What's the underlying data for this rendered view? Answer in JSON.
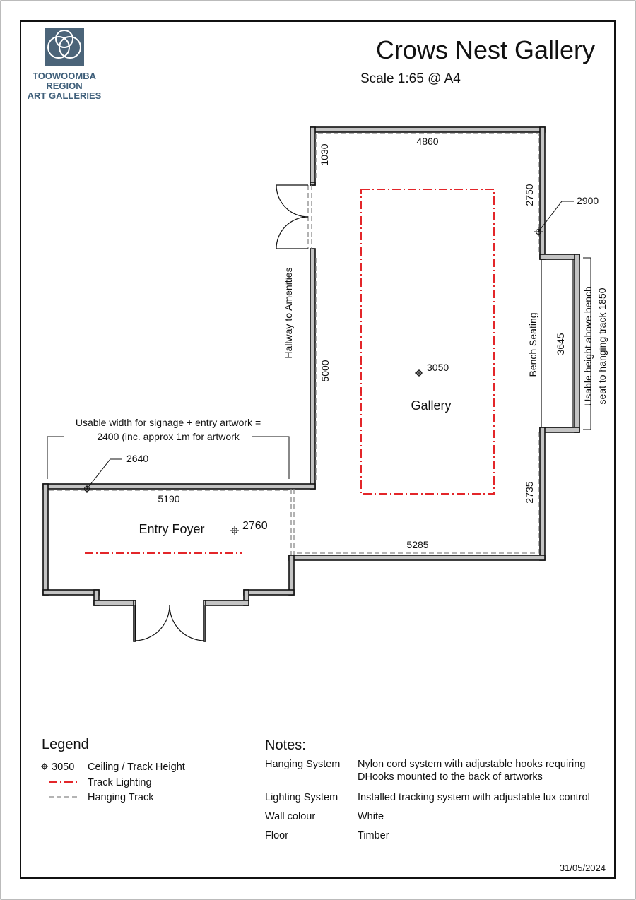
{
  "logo": {
    "line1": "TOOWOOMBA",
    "line2": "REGION",
    "line3": "ART GALLERIES",
    "colors": {
      "mark": "#4b6479",
      "text": "#3f5f7a"
    },
    "icon": "interlocking-rings-logo"
  },
  "header": {
    "title": "Crows Nest Gallery",
    "scale": "Scale 1:65 @ A4"
  },
  "plan": {
    "rooms": {
      "gallery": "Gallery",
      "entry_foyer": "Entry Foyer"
    },
    "labels": {
      "hallway": "Hallway to Amenities",
      "bench": "Bench Seating",
      "usable_height_line1": "Usable height above bench",
      "usable_height_line2": "seat to hanging track 1850",
      "usable_width_line1": "Usable width for signage + entry artwork =",
      "usable_width_line2": "2400 (inc. approx 1m for artwork"
    },
    "dimensions": {
      "gallery_top": "4860",
      "gallery_left_upper": "1030",
      "gallery_right_upper": "2750",
      "gallery_left": "5000",
      "bench_width": "3645",
      "gallery_right_lower": "2735",
      "gallery_bottom": "5285",
      "foyer_top": "5190"
    },
    "heights": {
      "gallery_center": "3050",
      "right_wall": "2900",
      "foyer_wall": "2640",
      "foyer_center": "2760"
    },
    "colors": {
      "wall_fill": "#c4c4c4",
      "track_lighting": "#e3262a",
      "hanging_track": "#888888"
    }
  },
  "legend": {
    "title": "Legend",
    "items": [
      {
        "symbol_text": "3050",
        "label": "Ceiling / Track Height"
      },
      {
        "label": "Track Lighting"
      },
      {
        "label": "Hanging Track"
      }
    ]
  },
  "notes": {
    "title": "Notes:",
    "rows": [
      {
        "key": "Hanging System",
        "value_line1": "Nylon cord system with adjustable hooks requiring",
        "value_line2": "DHooks mounted to the back of artworks"
      },
      {
        "key": "Lighting System",
        "value_line1": "Installed tracking system with adjustable lux control"
      },
      {
        "key": "Wall colour",
        "value_line1": "White"
      },
      {
        "key": "Floor",
        "value_line1": "Timber"
      }
    ]
  },
  "footer": {
    "date": "31/05/2024"
  }
}
